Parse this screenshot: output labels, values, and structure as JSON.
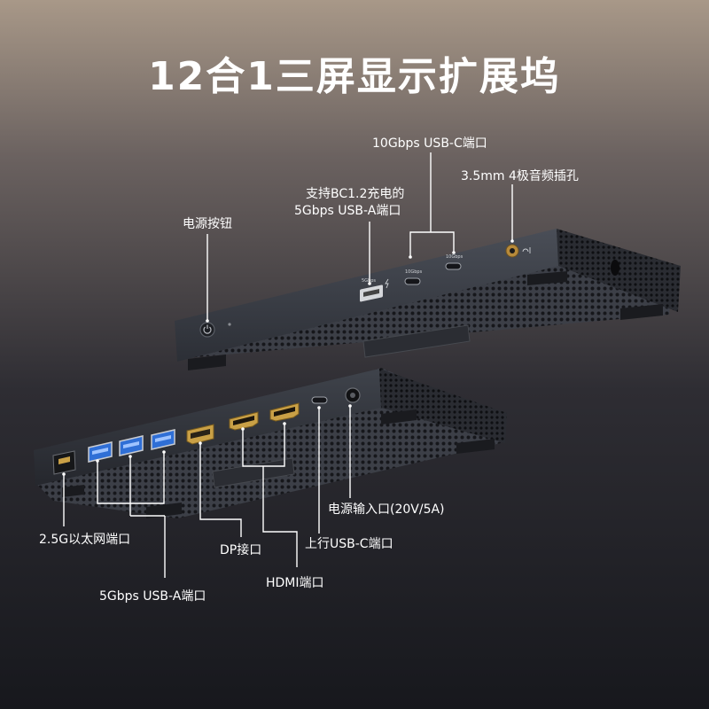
{
  "title": "12合1三屏显示扩展坞",
  "labels": {
    "usb_c_10g": "10Gbps USB-C端口",
    "audio": "3.5mm 4极音频插孔",
    "bc12": "支持BC1.2充电的",
    "usb_a_5g_top": "5Gbps USB-A端口",
    "power_button": "电源按钮",
    "power_input": "电源输入口(20V/5A)",
    "ethernet": "2.5G以太网端口",
    "upstream_usbc": "上行USB-C端口",
    "dp": "DP接口",
    "hdmi": "HDMI端口",
    "usb_a_5g_bottom": "5Gbps USB-A端口"
  },
  "port_markings": {
    "usb_a": "5Gbps",
    "usb_c1": "10Gbps",
    "usb_c2": "10Gbps"
  },
  "colors": {
    "usb_blue": "#2f6fd6",
    "hdmi_gold": "#c9a046",
    "body_dark": "#2b2e35",
    "line_white": "#ffffff"
  },
  "icons": [
    "power-icon",
    "headset-icon",
    "charging-bolt-icon"
  ]
}
